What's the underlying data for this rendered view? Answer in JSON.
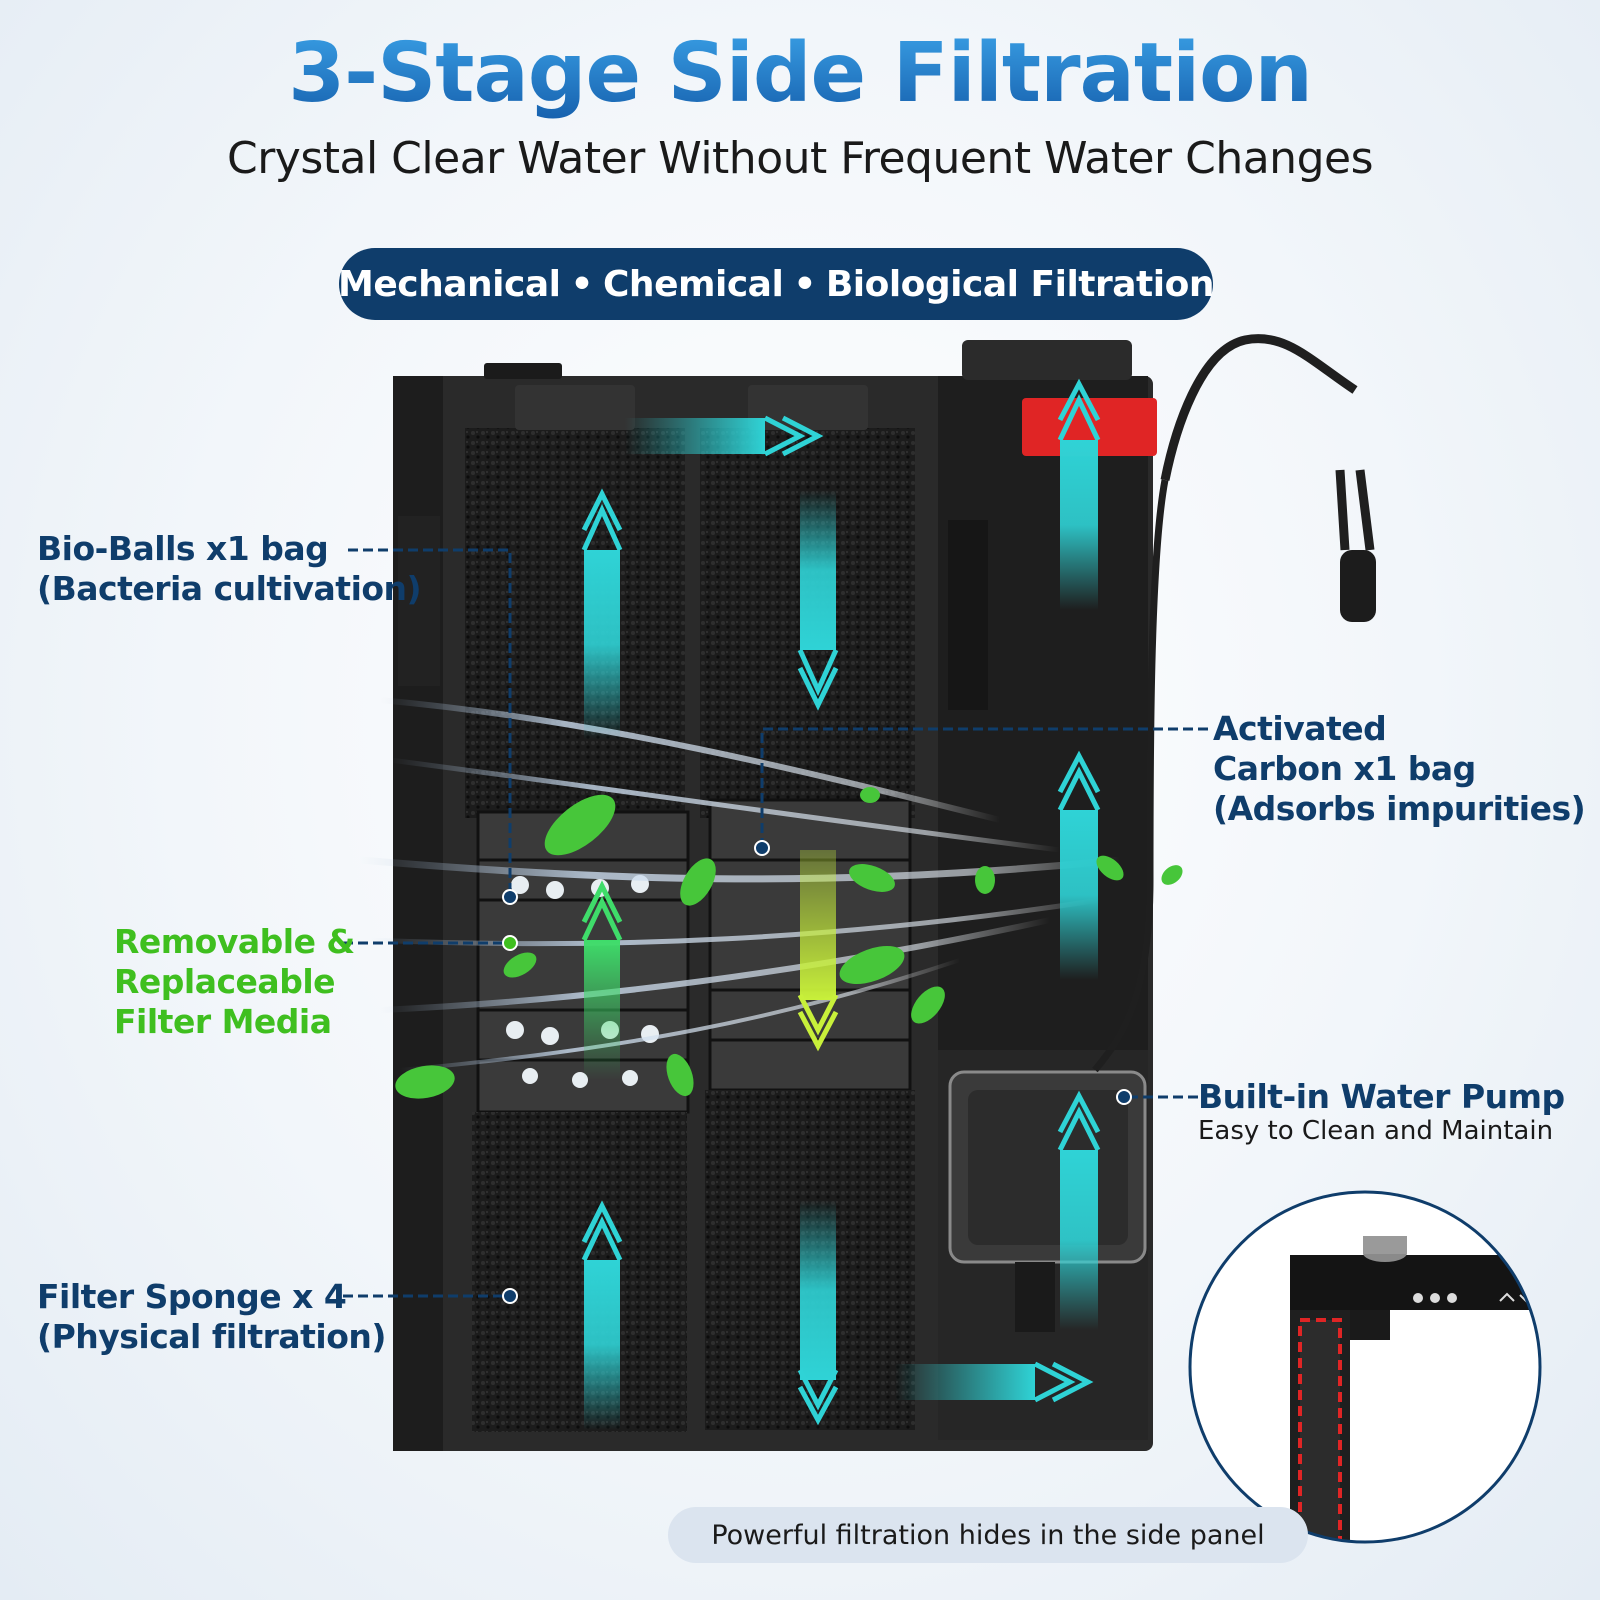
{
  "header": {
    "title": "3-Stage Side Filtration",
    "subtitle": "Crystal Clear Water Without Frequent Water Changes"
  },
  "banner": {
    "part1": "Mechanical",
    "part2": "Chemical",
    "part3": "Biological Filtration",
    "separator": "•"
  },
  "callouts": {
    "bio_balls": {
      "line1": "Bio-Balls x1 bag",
      "line2": "(Bacteria cultivation)"
    },
    "media": {
      "line1": "Removable &",
      "line2": "Replaceable",
      "line3": "Filter Media"
    },
    "sponge": {
      "line1": "Filter Sponge x 4",
      "line2": "(Physical filtration)"
    },
    "carbon": {
      "line1": "Activated",
      "line2": "Carbon x1 bag",
      "line3": "(Adsorbs impurities)"
    },
    "pump": {
      "title": "Built-in Water Pump",
      "subtitle": "Easy to Clean and Maintain"
    }
  },
  "caption": "Powerful filtration hides in the side panel",
  "colors": {
    "title_blue": "#1f76c2",
    "navy": "#0f3d6b",
    "green": "#3fbf1f",
    "flow_cyan": "#2fd3d6",
    "flow_lime": "#c8f03a",
    "pump_red": "#e02525"
  }
}
